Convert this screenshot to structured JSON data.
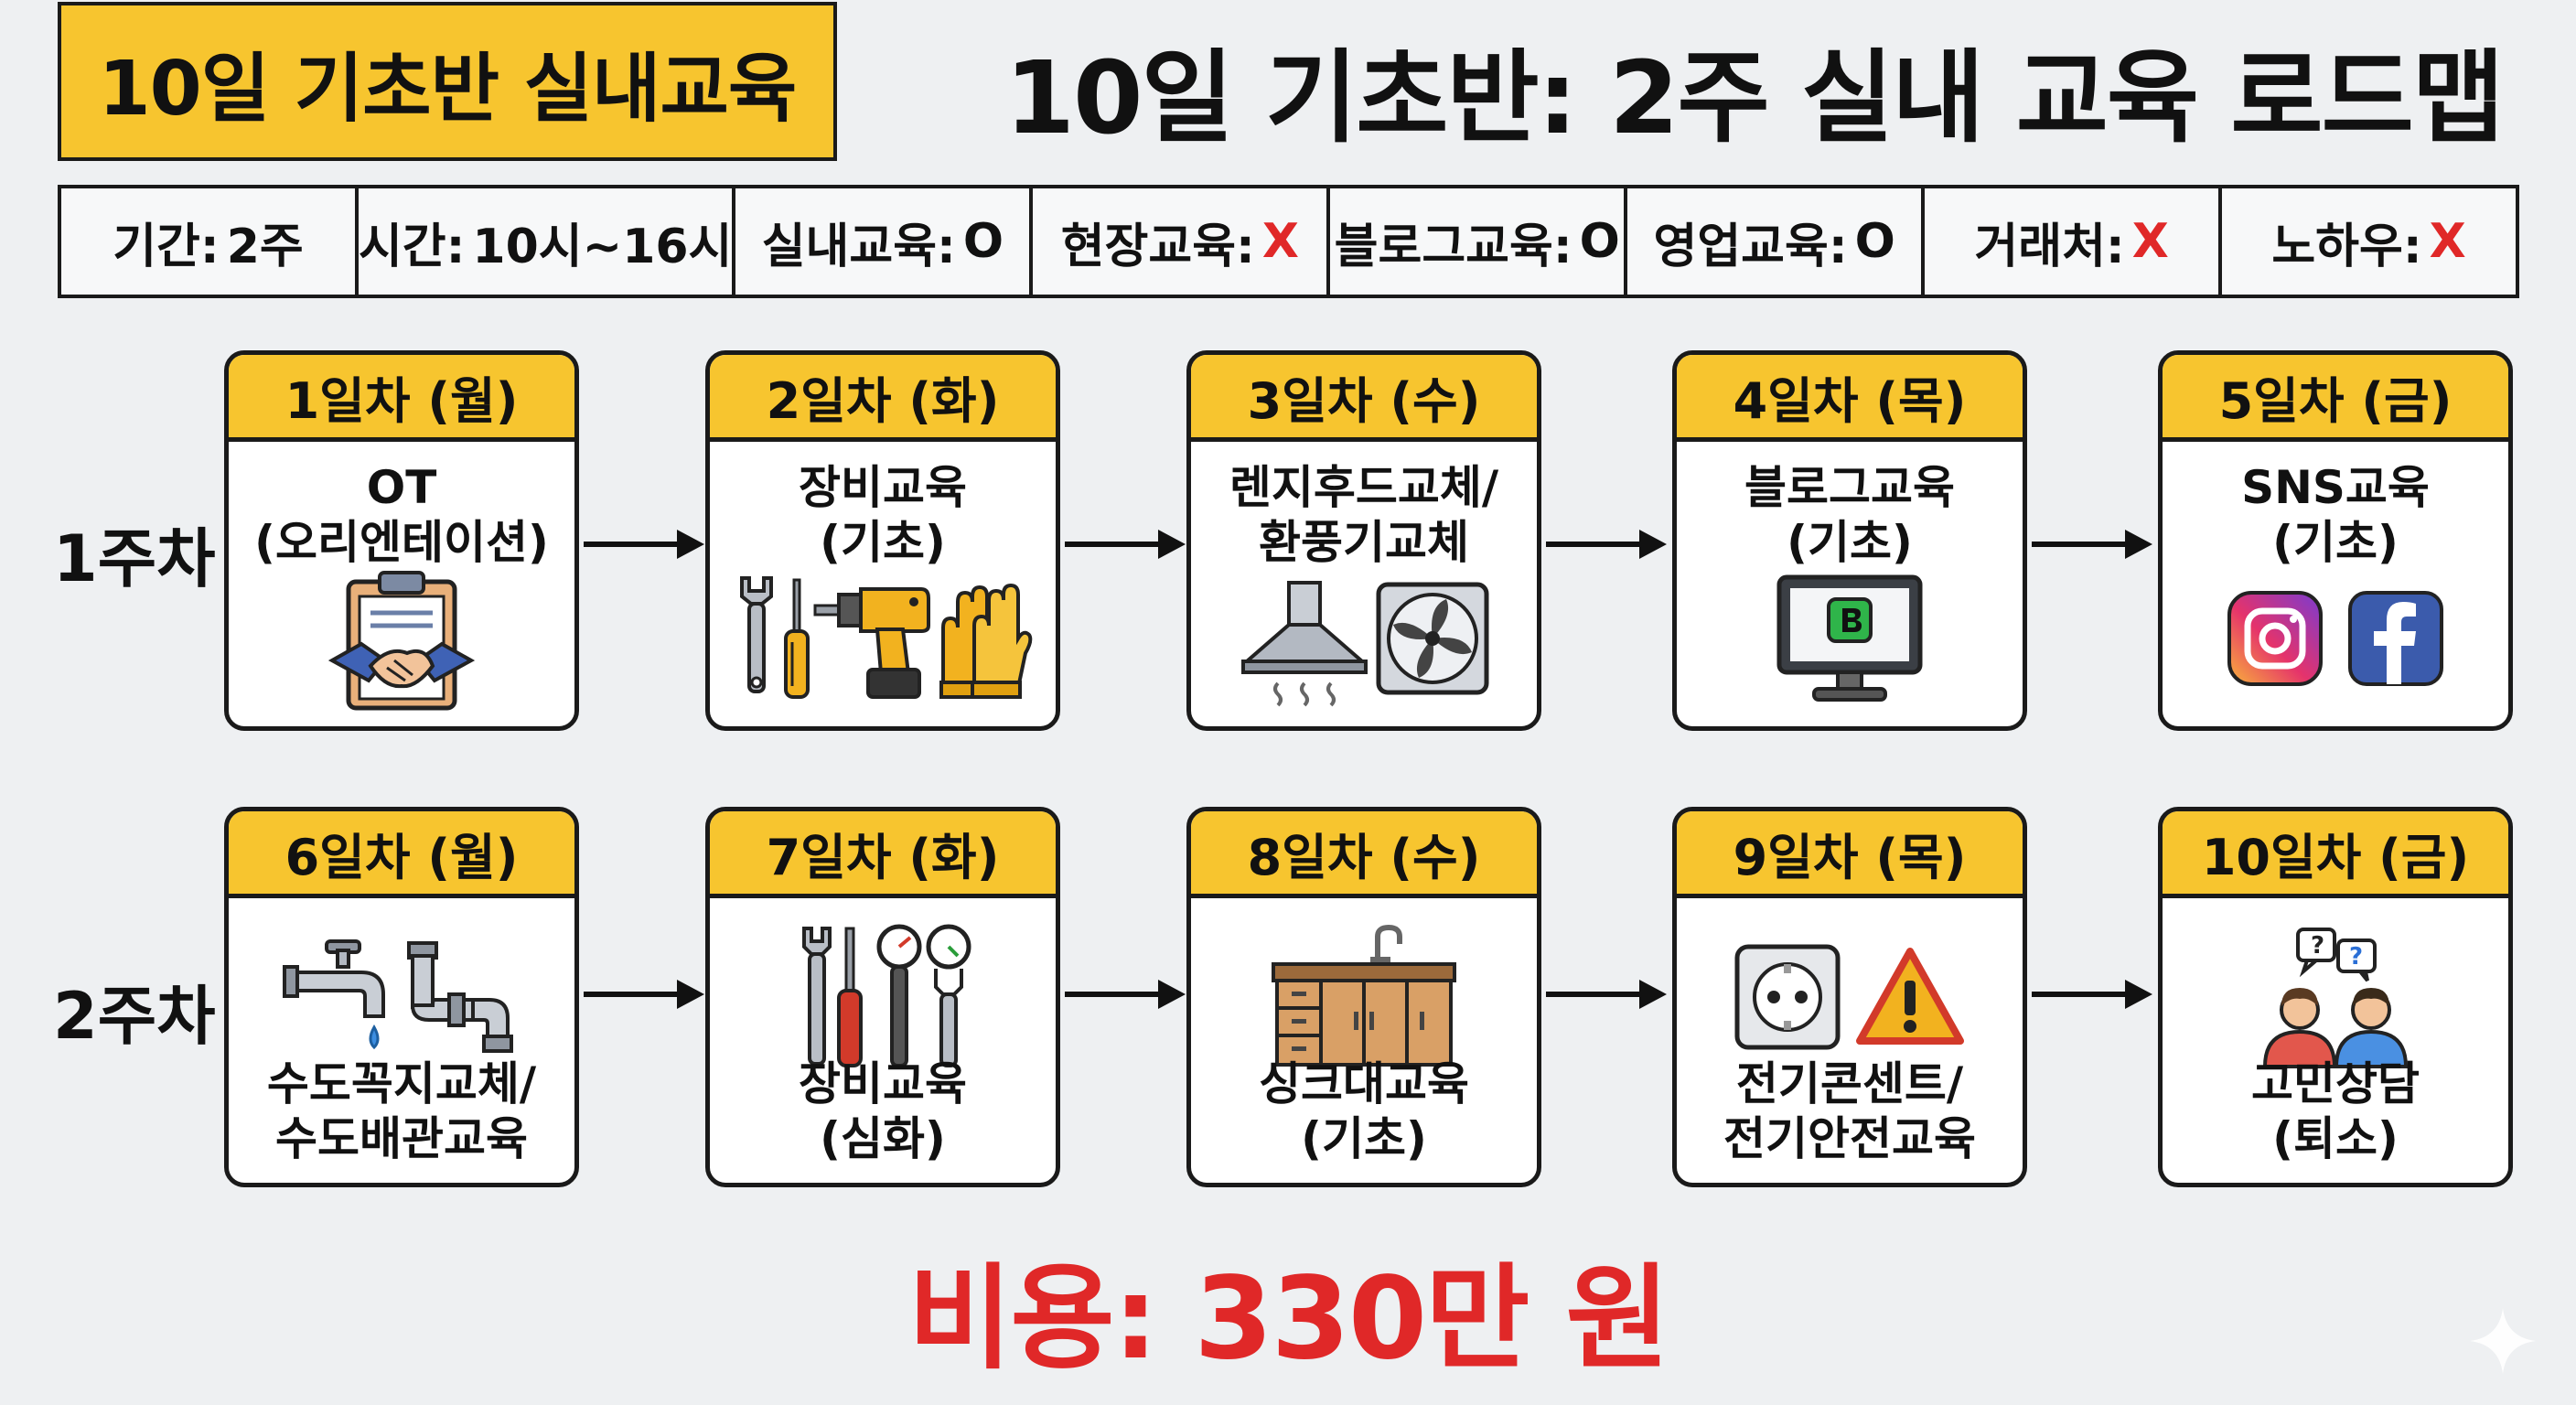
{
  "header": {
    "badge": "10일 기초반 실내교육",
    "title": "10일 기초반: 2주 실내 교육 로드맵"
  },
  "info": [
    {
      "label": "기간:",
      "value": "2주",
      "x": false
    },
    {
      "label": "시간:",
      "value": "10시~16시",
      "x": false
    },
    {
      "label": "실내교육:",
      "value": "O",
      "x": false
    },
    {
      "label": "현장교육:",
      "value": "X",
      "x": true
    },
    {
      "label": "블로그교육:",
      "value": "O",
      "x": false
    },
    {
      "label": "영업교육:",
      "value": "O",
      "x": false
    },
    {
      "label": "거래처:",
      "value": "X",
      "x": true
    },
    {
      "label": "노하우:",
      "value": "X",
      "x": true
    }
  ],
  "weeks": [
    {
      "label": "1주차",
      "days": [
        {
          "day": "1일차 (월)",
          "lines": [
            "OT",
            "(오리엔테이션)"
          ],
          "icons": [
            "clipboard-handshake-icon"
          ]
        },
        {
          "day": "2일차 (화)",
          "lines": [
            "장비교육",
            "(기초)"
          ],
          "icons": [
            "wrench-icon",
            "screwdriver-icon",
            "drill-icon",
            "gloves-icon"
          ]
        },
        {
          "day": "3일차 (수)",
          "lines": [
            "렌지후드교체/",
            "환풍기교체"
          ],
          "icons": [
            "range-hood-icon",
            "ventilation-fan-icon"
          ]
        },
        {
          "day": "4일차 (목)",
          "lines": [
            "블로그교육",
            "(기초)"
          ],
          "icons": [
            "blog-monitor-icon"
          ]
        },
        {
          "day": "5일차 (금)",
          "lines": [
            "SNS교육",
            "(기초)"
          ],
          "icons": [
            "instagram-icon",
            "facebook-icon"
          ]
        }
      ]
    },
    {
      "label": "2주차",
      "days": [
        {
          "day": "6일차 (월)",
          "lines": [
            "수도꼭지교체/",
            "수도배관교육"
          ],
          "icons": [
            "faucet-icon",
            "pipe-icon"
          ]
        },
        {
          "day": "7일차 (화)",
          "lines": [
            "장비교육",
            "(심화)"
          ],
          "icons": [
            "advanced-tools-icon"
          ]
        },
        {
          "day": "8일차 (수)",
          "lines": [
            "싱크대교육",
            "(기초)"
          ],
          "icons": [
            "sink-cabinet-icon"
          ]
        },
        {
          "day": "9일차 (목)",
          "lines": [
            "전기콘센트/",
            "전기안전교육"
          ],
          "icons": [
            "power-outlet-icon",
            "warning-icon"
          ]
        },
        {
          "day": "10일차 (금)",
          "lines": [
            "고민상담",
            "(퇴소)"
          ],
          "icons": [
            "counseling-icon"
          ]
        }
      ]
    }
  ],
  "cost": "비용: 330만 원",
  "colors": {
    "accent": "#f7c52f",
    "x_mark": "#e02828",
    "border": "#1a1a1a"
  }
}
